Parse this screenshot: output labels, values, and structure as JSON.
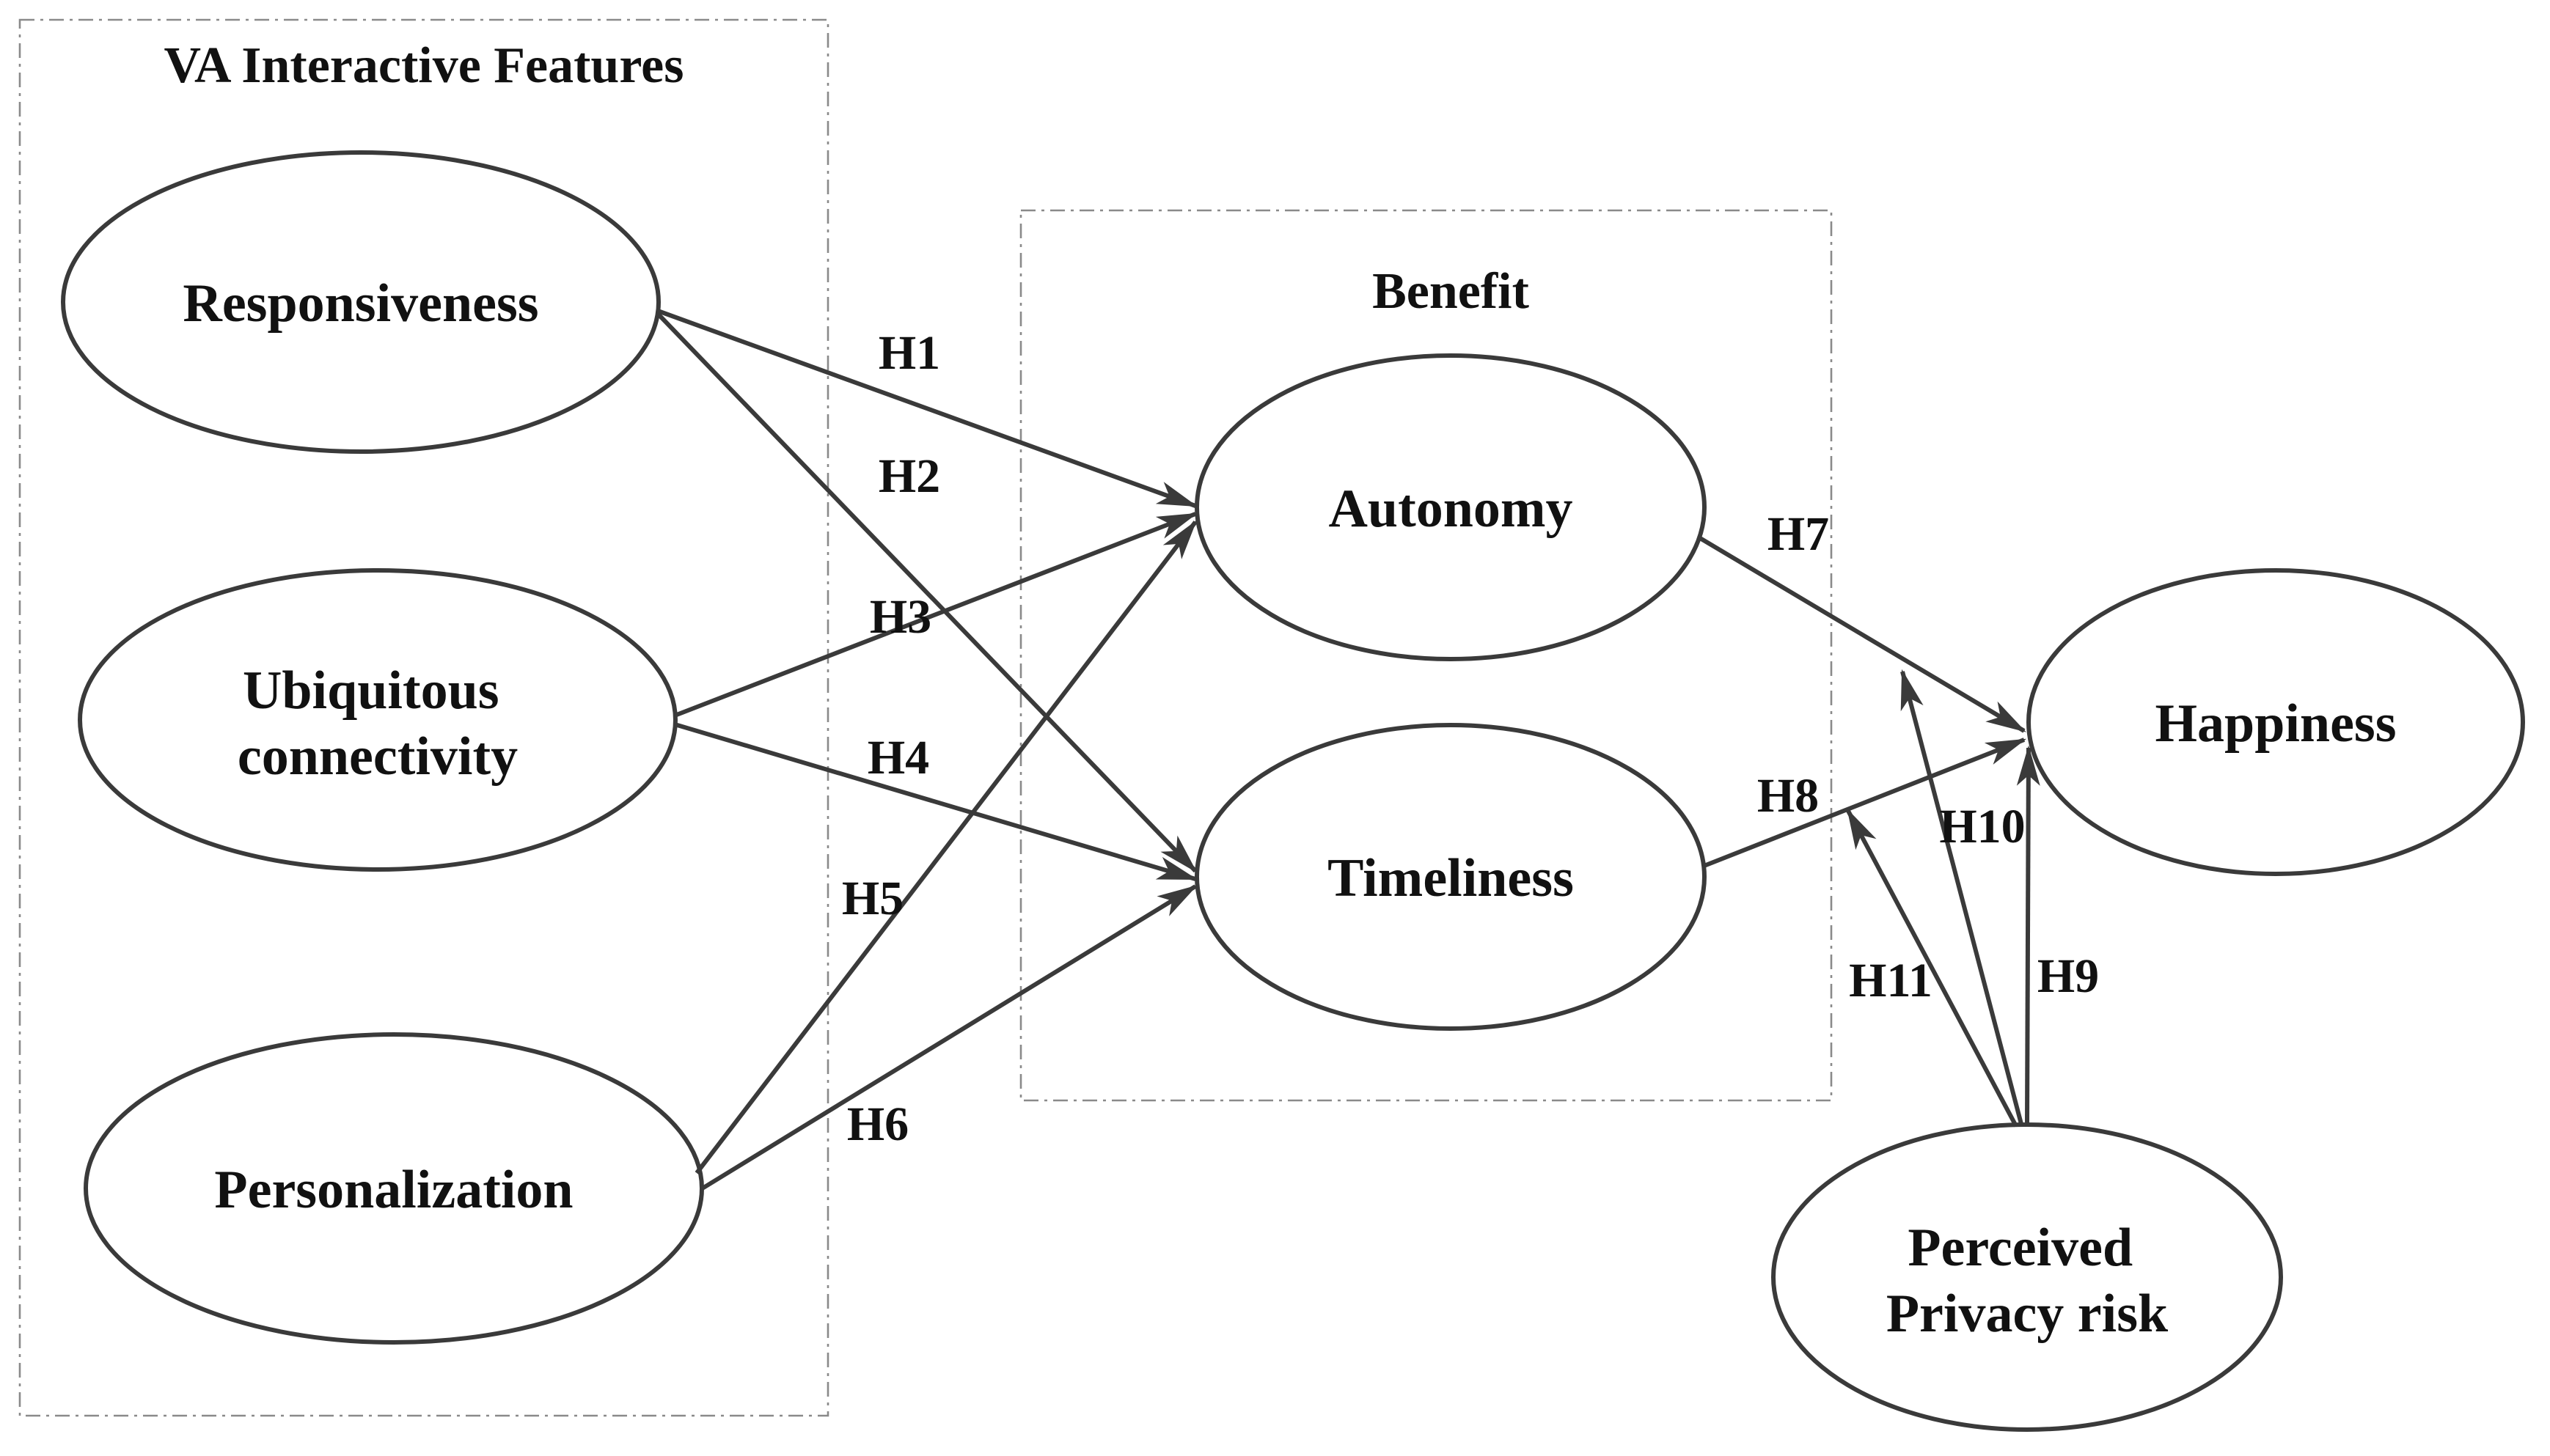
{
  "figure": {
    "background": "#ffffff"
  },
  "colors": {
    "line": "#3a3a3a",
    "text": "#111111",
    "box_border": "#8a8a8a",
    "background": "#ffffff"
  },
  "groups": {
    "va": {
      "label": "VA Interactive Features"
    },
    "benefit": {
      "label": "Benefit"
    }
  },
  "nodes": {
    "responsiveness": {
      "label": "Responsiveness"
    },
    "ubiquitous": {
      "line1": "Ubiquitous",
      "line2": "connectivity"
    },
    "personalization": {
      "label": "Personalization"
    },
    "autonomy": {
      "label": "Autonomy"
    },
    "timeliness": {
      "label": "Timeliness"
    },
    "happiness": {
      "label": "Happiness"
    },
    "privacy": {
      "line1": "Perceived",
      "line2": "Privacy risk"
    }
  },
  "hypotheses": {
    "h1": {
      "label": "H1",
      "from": "Responsiveness",
      "to": "Autonomy"
    },
    "h2": {
      "label": "H2",
      "from": "Responsiveness",
      "to": "Timeliness"
    },
    "h3": {
      "label": "H3",
      "from": "Ubiquitous connectivity",
      "to": "Autonomy"
    },
    "h4": {
      "label": "H4",
      "from": "Ubiquitous connectivity",
      "to": "Timeliness"
    },
    "h5": {
      "label": "H5",
      "from": "Personalization",
      "to": "Autonomy"
    },
    "h6": {
      "label": "H6",
      "from": "Personalization",
      "to": "Timeliness"
    },
    "h7": {
      "label": "H7",
      "from": "Autonomy",
      "to": "Happiness"
    },
    "h8": {
      "label": "H8",
      "from": "Timeliness",
      "to": "Happiness"
    },
    "h9": {
      "label": "H9",
      "from": "Perceived Privacy risk",
      "to": "Happiness"
    },
    "h10": {
      "label": "H10",
      "from": "Perceived Privacy risk",
      "to": "Autonomy-Happiness path"
    },
    "h11": {
      "label": "H11",
      "from": "Perceived Privacy risk",
      "to": "Timeliness-Happiness path"
    }
  }
}
